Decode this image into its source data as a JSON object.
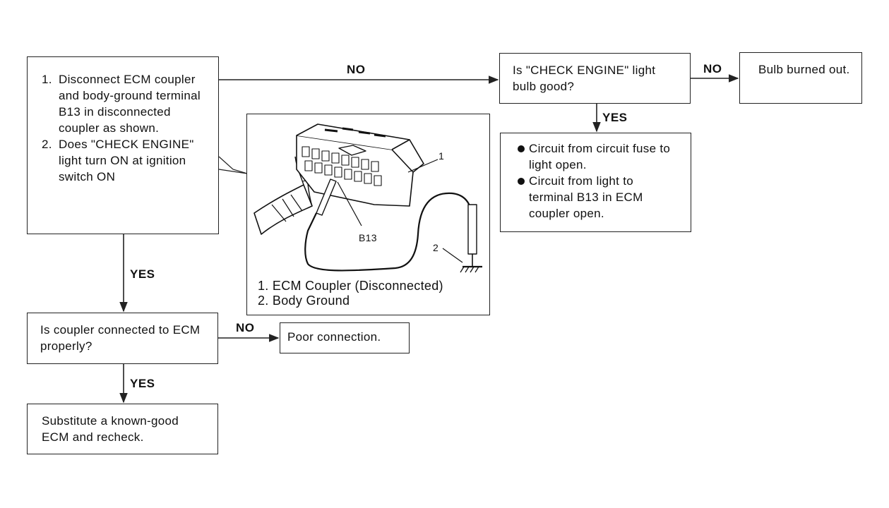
{
  "start_box": {
    "steps": [
      {
        "num": "1.",
        "text": "Disconnect ECM coupler and body-ground terminal B13 in disconnected coupler as shown."
      },
      {
        "num": "2.",
        "text": "Does \"CHECK ENGINE\" light turn ON at ignition switch ON"
      }
    ]
  },
  "bulb_question": "Is \"CHECK ENGINE\" light bulb good?",
  "bulb_burned": "Bulb burned out.",
  "circuit_open": {
    "items": [
      "Circuit from circuit fuse to light open.",
      "Circuit from light to terminal B13 in ECM coupler open."
    ]
  },
  "coupler_question": "Is coupler connected to ECM properly?",
  "poor_connection": "Poor connection.",
  "substitute": "Substitute a known-good ECM and recheck.",
  "labels": {
    "no_top": "NO",
    "no_right": "NO",
    "yes_circuit": "YES",
    "yes_left": "YES",
    "no_coupler": "NO",
    "yes_bottom": "YES"
  },
  "illustration": {
    "callout_1": "1",
    "callout_2": "2",
    "terminal": "B13",
    "legend": [
      "1. ECM Coupler (Disconnected)",
      "2. Body Ground"
    ]
  }
}
